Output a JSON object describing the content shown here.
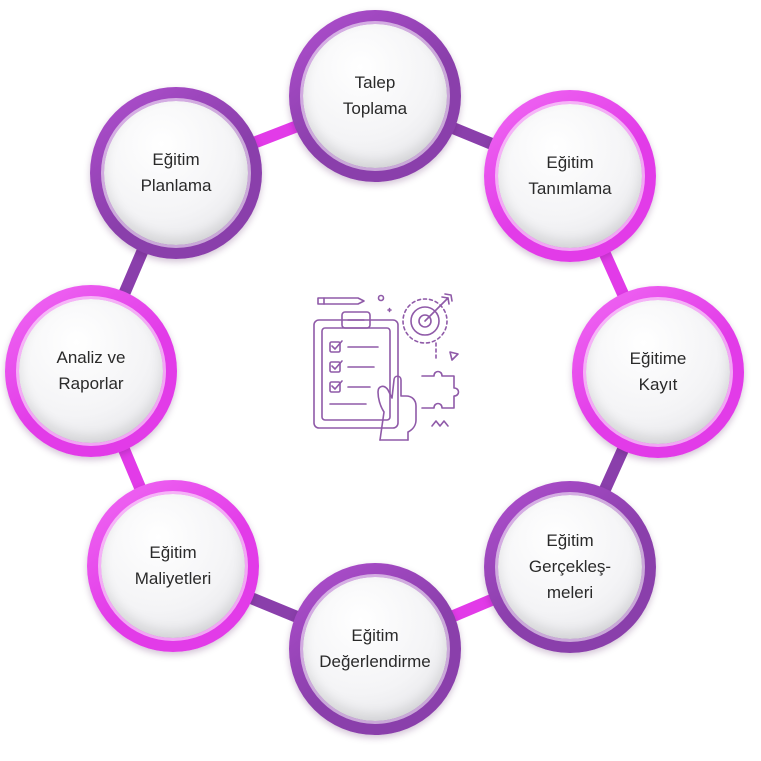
{
  "colors": {
    "bright_pink": "#e23be8",
    "violet": "#8a3fab",
    "icon_stroke": "#8f5aa8",
    "node_fill": "#f3f3f5",
    "label": "#2a2a2a"
  },
  "center_icon": {
    "name": "clipboard-checklist-target-puzzle-icon"
  },
  "steps": [
    {
      "lines": [
        "Talep",
        "Toplama"
      ],
      "ring": "violet"
    },
    {
      "lines": [
        "Eğitim",
        "Tanımlama"
      ],
      "ring": "pink"
    },
    {
      "lines": [
        "Eğitime",
        "Kayıt"
      ],
      "ring": "pink"
    },
    {
      "lines": [
        "Eğitim",
        "Gerçekleş-",
        "meleri"
      ],
      "ring": "violet"
    },
    {
      "lines": [
        "Eğitim",
        "Değerlendirme"
      ],
      "ring": "violet"
    },
    {
      "lines": [
        "Eğitim",
        "Maliyetleri"
      ],
      "ring": "pink"
    },
    {
      "lines": [
        "Analiz ve",
        "Raporlar"
      ],
      "ring": "pink"
    },
    {
      "lines": [
        "Eğitim",
        "Planlama"
      ],
      "ring": "violet"
    }
  ]
}
